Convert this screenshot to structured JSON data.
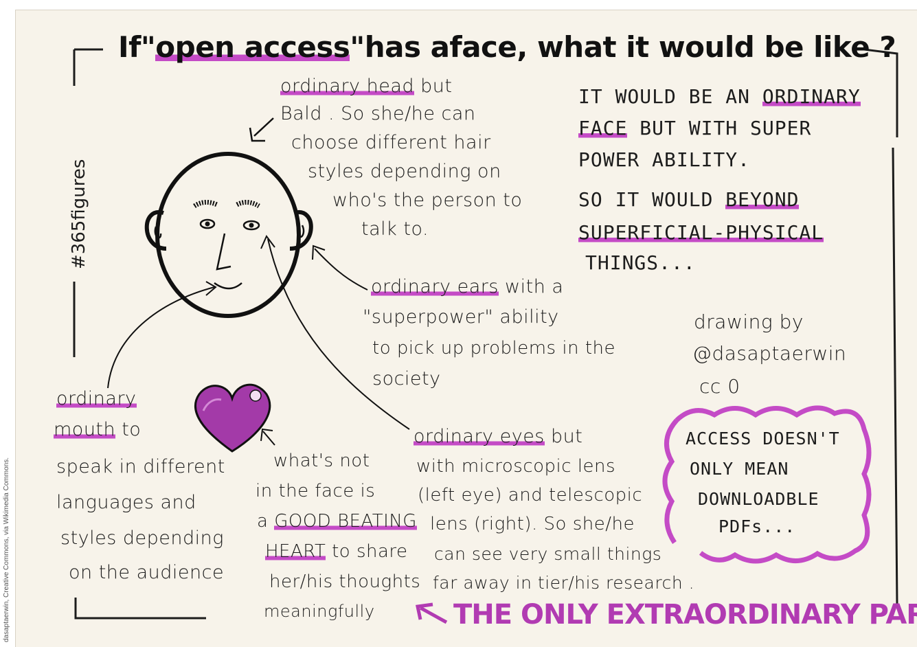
{
  "title": {
    "prefix": "If\"",
    "highlighted": "open access",
    "suffix": "\"has aface, what it would be like ?"
  },
  "hashtag": "#365figures",
  "credit": "dasaptaerwin, Creative Commons, via Wikimedia Commons.",
  "head_note": {
    "line1_hl": "ordinary head",
    "line1_rest": " but",
    "line2": "Bald . So she/he can",
    "line3": "choose different hair",
    "line4": "styles depending on",
    "line5": "who's the person to",
    "line6": "talk to."
  },
  "statement": {
    "line1_pre": "IT WOULD BE AN ",
    "line1_hl": "ORDINARY",
    "line2_hl": "FACE",
    "line2_rest": " BUT WITH SUPER",
    "line3": "POWER ABILITY.",
    "line4_pre": "SO IT WOULD ",
    "line4_hl": "BEYOND",
    "line5_hl": "SUPERFICIAL-PHYSICAL",
    "line6": "THINGS..."
  },
  "ears_note": {
    "line1_hl": "ordinary ears",
    "line1_rest": " with a",
    "line2": "\"superpower\" ability",
    "line3": "to pick up problems in the",
    "line4": "society"
  },
  "signature": {
    "line1": "drawing by",
    "line2": "@dasaptaerwin",
    "line3": "cc 0"
  },
  "mouth_note": {
    "line1_hl": "ordinary",
    "line2_hl": "mouth",
    "line2_rest": " to",
    "line3": "speak in different",
    "line4": "languages and",
    "line5": "styles depending",
    "line6": "on the audience"
  },
  "heart_note": {
    "line1": "what's not",
    "line2": "in the face is",
    "line3_pre": "a ",
    "line3_hl": "GOOD BEATING",
    "line4_hl": "HEART",
    "line4_rest": " to share",
    "line5": "her/his thoughts",
    "line6": "meaningfully"
  },
  "eyes_note": {
    "line1_hl": "ordinary eyes",
    "line1_rest": " but",
    "line2": "with microscopic lens",
    "line3": "(left eye) and telescopic",
    "line4": "lens (right). So she/he",
    "line5": "can see very small things",
    "line6": "far away in tier/his research ."
  },
  "callout": {
    "line1": "ACCESS DOESN'T",
    "line2": "ONLY MEAN",
    "line3": "DOWNLOADBLE",
    "line4": "PDFs..."
  },
  "footer": "THE ONLY EXTRAORDINARY PART",
  "colors": {
    "accent": "#c44bc6",
    "ink": "#1c1c1c",
    "paper": "#f7f3ea"
  }
}
